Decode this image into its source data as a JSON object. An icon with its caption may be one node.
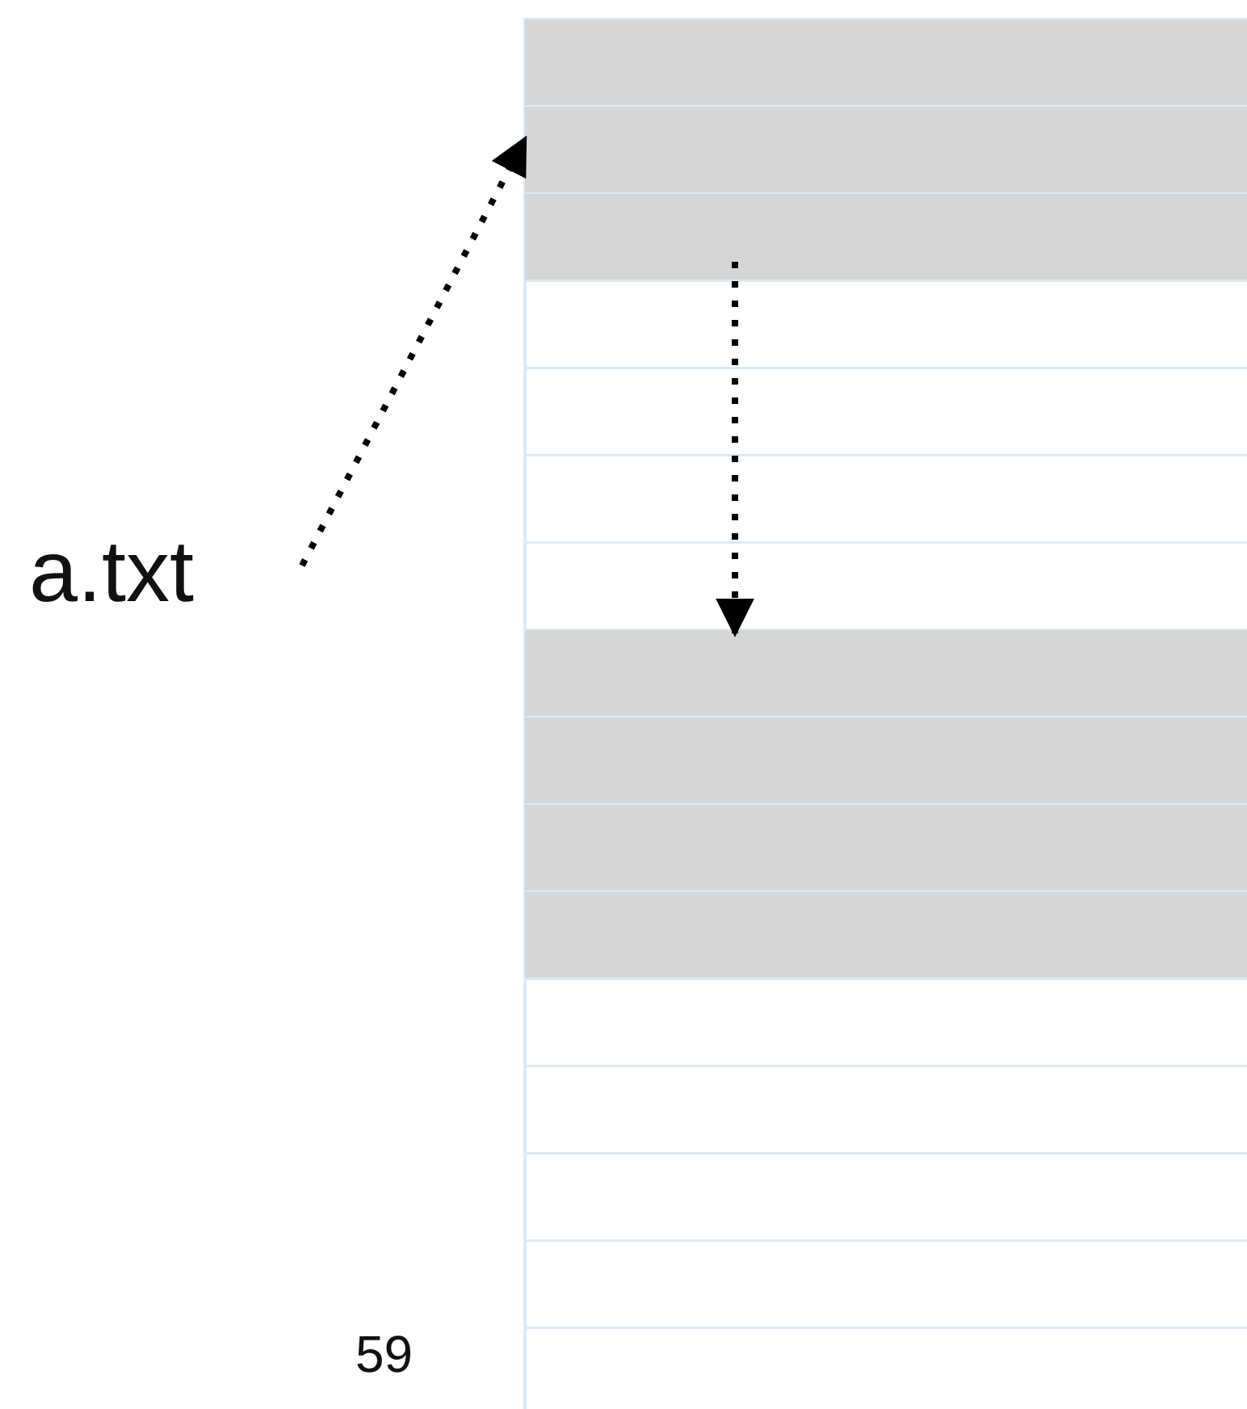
{
  "diagram": {
    "nodes": [
      {
        "text": [
          "a.txt"
        ]
      },
      {
        "text": [],
        "shape": "box"
      },
      {
        "text": [],
        "shape": "box"
      }
    ],
    "edges": [
      {
        "from": 0,
        "to": 1,
        "arrow": "to",
        "style": "dashed"
      },
      {
        "from": 1,
        "to": 2,
        "arrow": "to",
        "style": "dashed"
      }
    ],
    "labels": [
      "59"
    ]
  }
}
